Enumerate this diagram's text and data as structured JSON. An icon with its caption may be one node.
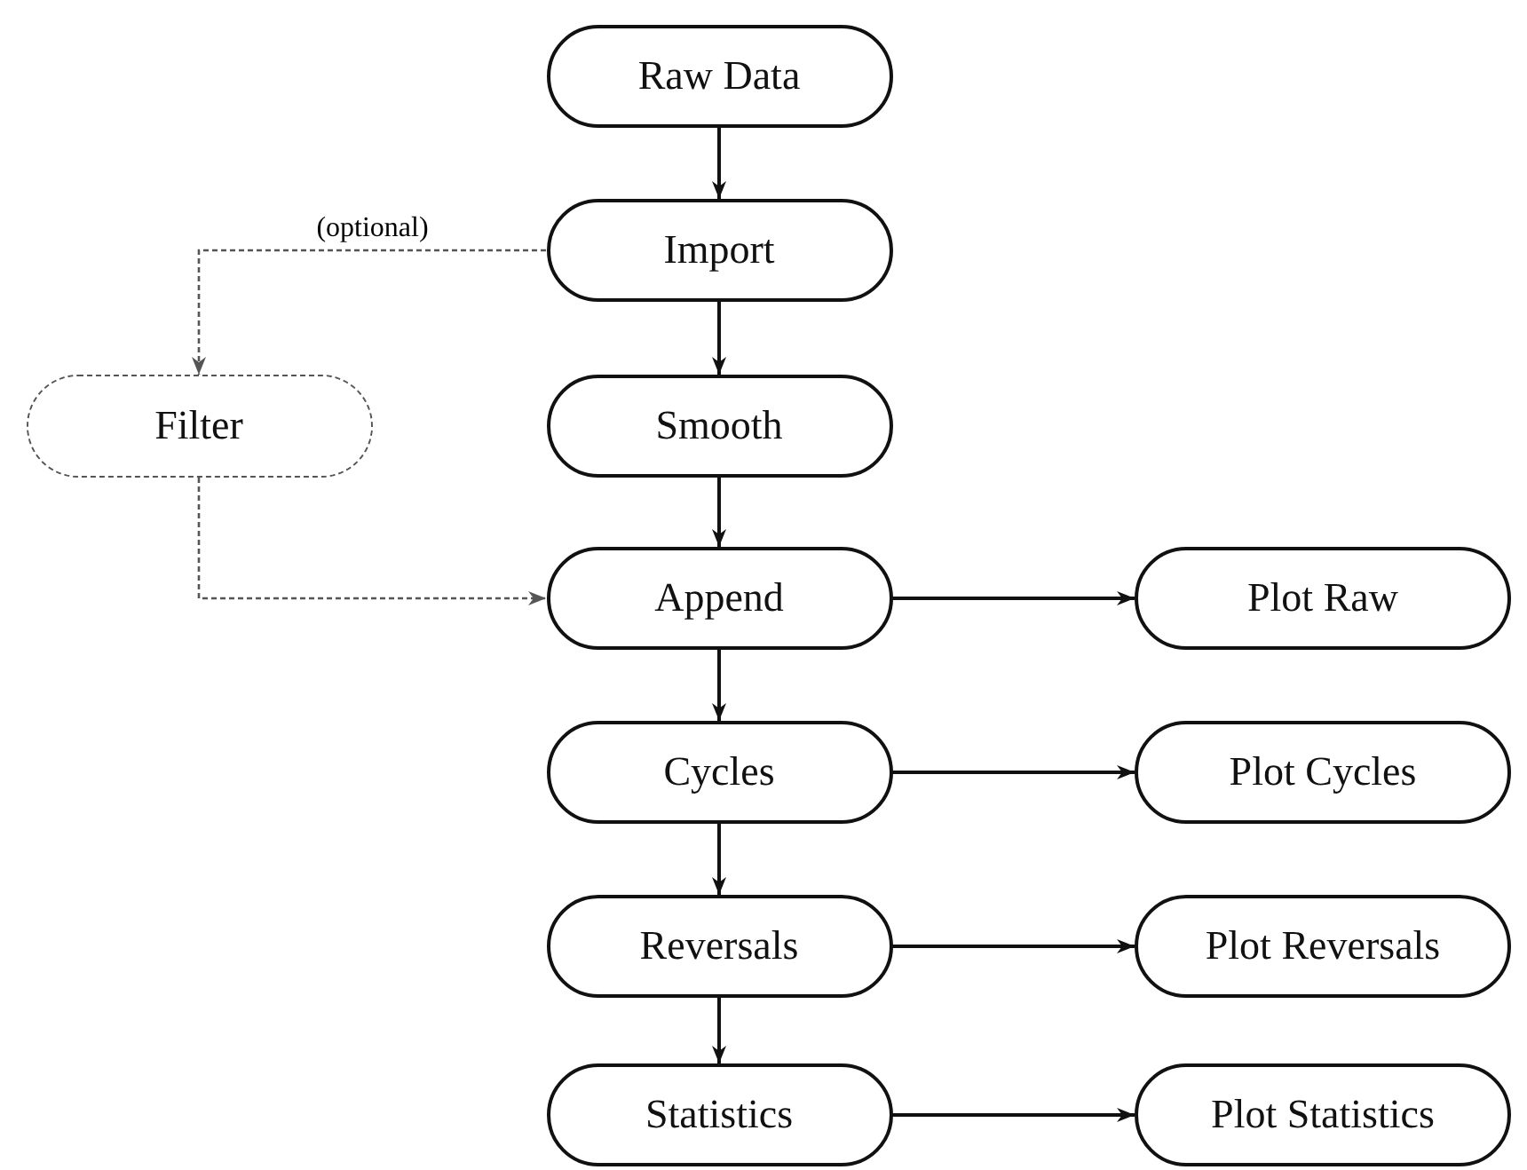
{
  "diagram": {
    "nodes": [
      {
        "text": [
          "Raw Data"
        ]
      },
      {
        "text": [
          "Import"
        ]
      },
      {
        "text": [
          "Filter"
        ]
      },
      {
        "text": [
          "Smooth"
        ]
      },
      {
        "text": [
          "Append"
        ]
      },
      {
        "text": [
          "Plot Raw"
        ]
      },
      {
        "text": [
          "Cycles"
        ]
      },
      {
        "text": [
          "Plot Cycles"
        ]
      },
      {
        "text": [
          "Reversals"
        ]
      },
      {
        "text": [
          "Plot Reversals"
        ]
      },
      {
        "text": [
          "Statistics"
        ]
      },
      {
        "text": [
          "Plot Statistics"
        ]
      }
    ],
    "edges": [
      {
        "from": 0,
        "to": 1,
        "arrow": "to"
      },
      {
        "from": 1,
        "to": 2,
        "arrow": "to",
        "label": "(optional)",
        "style": "dashed"
      },
      {
        "from": 1,
        "to": 3,
        "arrow": "to"
      },
      {
        "from": 2,
        "to": 4,
        "arrow": "to",
        "style": "dashed"
      },
      {
        "from": 3,
        "to": 4,
        "arrow": "to"
      },
      {
        "from": 4,
        "to": 5,
        "arrow": "to"
      },
      {
        "from": 4,
        "to": 6,
        "arrow": "to"
      },
      {
        "from": 6,
        "to": 7,
        "arrow": "to"
      },
      {
        "from": 6,
        "to": 8,
        "arrow": "to"
      },
      {
        "from": 8,
        "to": 9,
        "arrow": "to"
      },
      {
        "from": 8,
        "to": 10,
        "arrow": "to"
      },
      {
        "from": 10,
        "to": 11,
        "arrow": "to"
      }
    ]
  }
}
